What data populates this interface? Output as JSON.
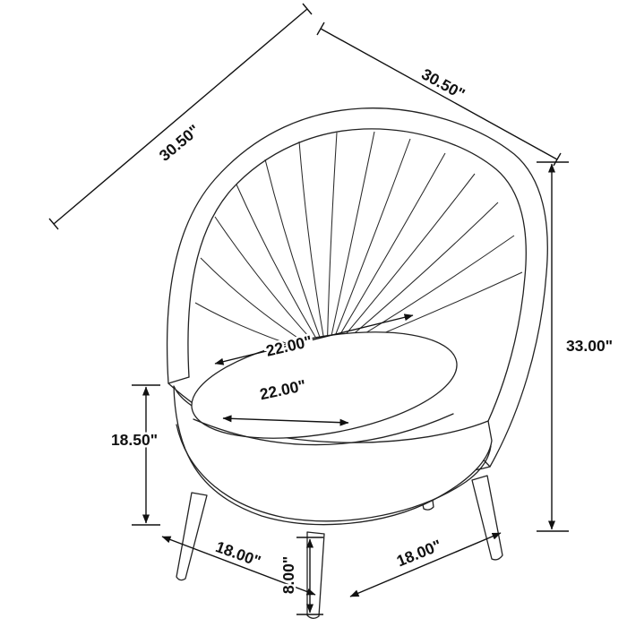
{
  "page": {
    "background": "#ffffff"
  },
  "diagram": {
    "alt": "Technical line drawing of a channel-tufted barrel accent chair with dimension callouts",
    "line_color": "#222222",
    "dims": {
      "top_left": "30.50\"",
      "top_right": "30.50\"",
      "overall_height": "33.00\"",
      "seat_width": "22.00\"",
      "seat_depth": "22.00\"",
      "floor_to_seat": "18.50\"",
      "base_left": "18.00\"",
      "base_right": "18.00\"",
      "leg_height": "8.00\""
    }
  }
}
